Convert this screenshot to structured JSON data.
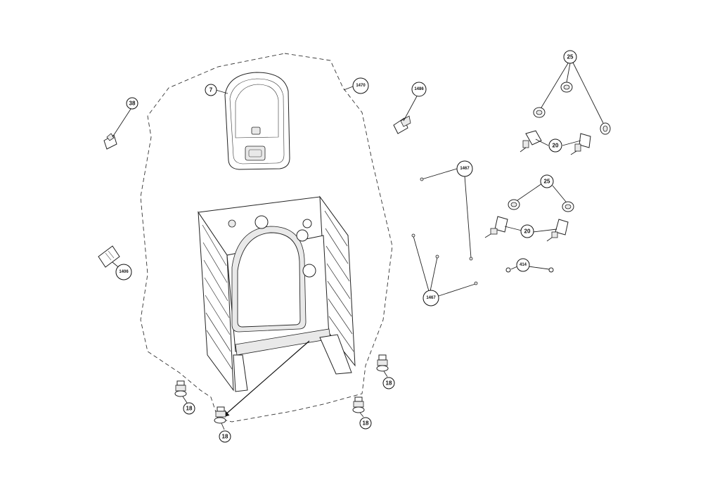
{
  "callouts": {
    "c7": "7",
    "c38": "38",
    "c1470": "1470",
    "c1486": "1486",
    "c25a": "25",
    "c20a": "20",
    "c1467a": "1467",
    "c25b": "25",
    "c20b": "20",
    "c414": "414",
    "c1467b": "1467",
    "c1406": "1406",
    "c18a": "18",
    "c18b": "18",
    "c18c": "18",
    "c18d": "18"
  }
}
